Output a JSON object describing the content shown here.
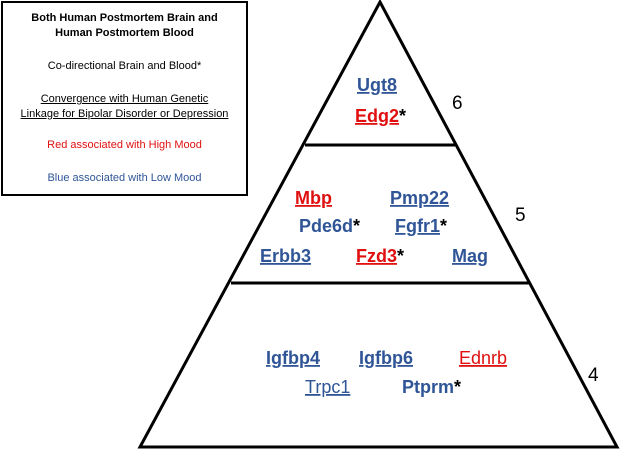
{
  "colors": {
    "red": "#e01010",
    "blue": "#2f5597",
    "black": "#000000"
  },
  "legend": {
    "line1": "Both Human Postmortem Brain and",
    "line2": "Human Postmortem Blood",
    "line3": "Co-directional Brain and Blood*",
    "line4": "Convergence with Human Genetic",
    "line5": "Linkage for Bipolar Disorder or Depression",
    "line6": "Red associated  with  High Mood",
    "line7": "Blue associated  with  Low Mood"
  },
  "tiers": [
    {
      "number": "6",
      "genes": [
        {
          "name": "Ugt8",
          "color": "blue",
          "bold": true,
          "underline": true,
          "star": false
        },
        {
          "name": "Edg2",
          "color": "red",
          "bold": true,
          "underline": true,
          "star": true
        }
      ]
    },
    {
      "number": "5",
      "genes": [
        {
          "name": "Mbp",
          "color": "red",
          "bold": true,
          "underline": true,
          "star": false
        },
        {
          "name": "Pmp22",
          "color": "blue",
          "bold": true,
          "underline": true,
          "star": false
        },
        {
          "name": "Pde6d",
          "color": "blue",
          "bold": true,
          "underline": false,
          "star": true
        },
        {
          "name": "Fgfr1",
          "color": "blue",
          "bold": true,
          "underline": true,
          "star": true
        },
        {
          "name": "Erbb3",
          "color": "blue",
          "bold": true,
          "underline": true,
          "star": false
        },
        {
          "name": "Fzd3",
          "color": "red",
          "bold": true,
          "underline": true,
          "star": true
        },
        {
          "name": "Mag",
          "color": "blue",
          "bold": true,
          "underline": true,
          "star": false
        }
      ]
    },
    {
      "number": "4",
      "genes": [
        {
          "name": "Igfbp4",
          "color": "blue",
          "bold": true,
          "underline": true,
          "star": false
        },
        {
          "name": "Igfbp6",
          "color": "blue",
          "bold": true,
          "underline": true,
          "star": false
        },
        {
          "name": "Ednrb",
          "color": "red",
          "bold": false,
          "underline": true,
          "star": false
        },
        {
          "name": "Trpc1",
          "color": "blue",
          "bold": false,
          "underline": true,
          "star": false
        },
        {
          "name": "Ptprm",
          "color": "blue",
          "bold": true,
          "underline": false,
          "star": true
        }
      ]
    }
  ]
}
